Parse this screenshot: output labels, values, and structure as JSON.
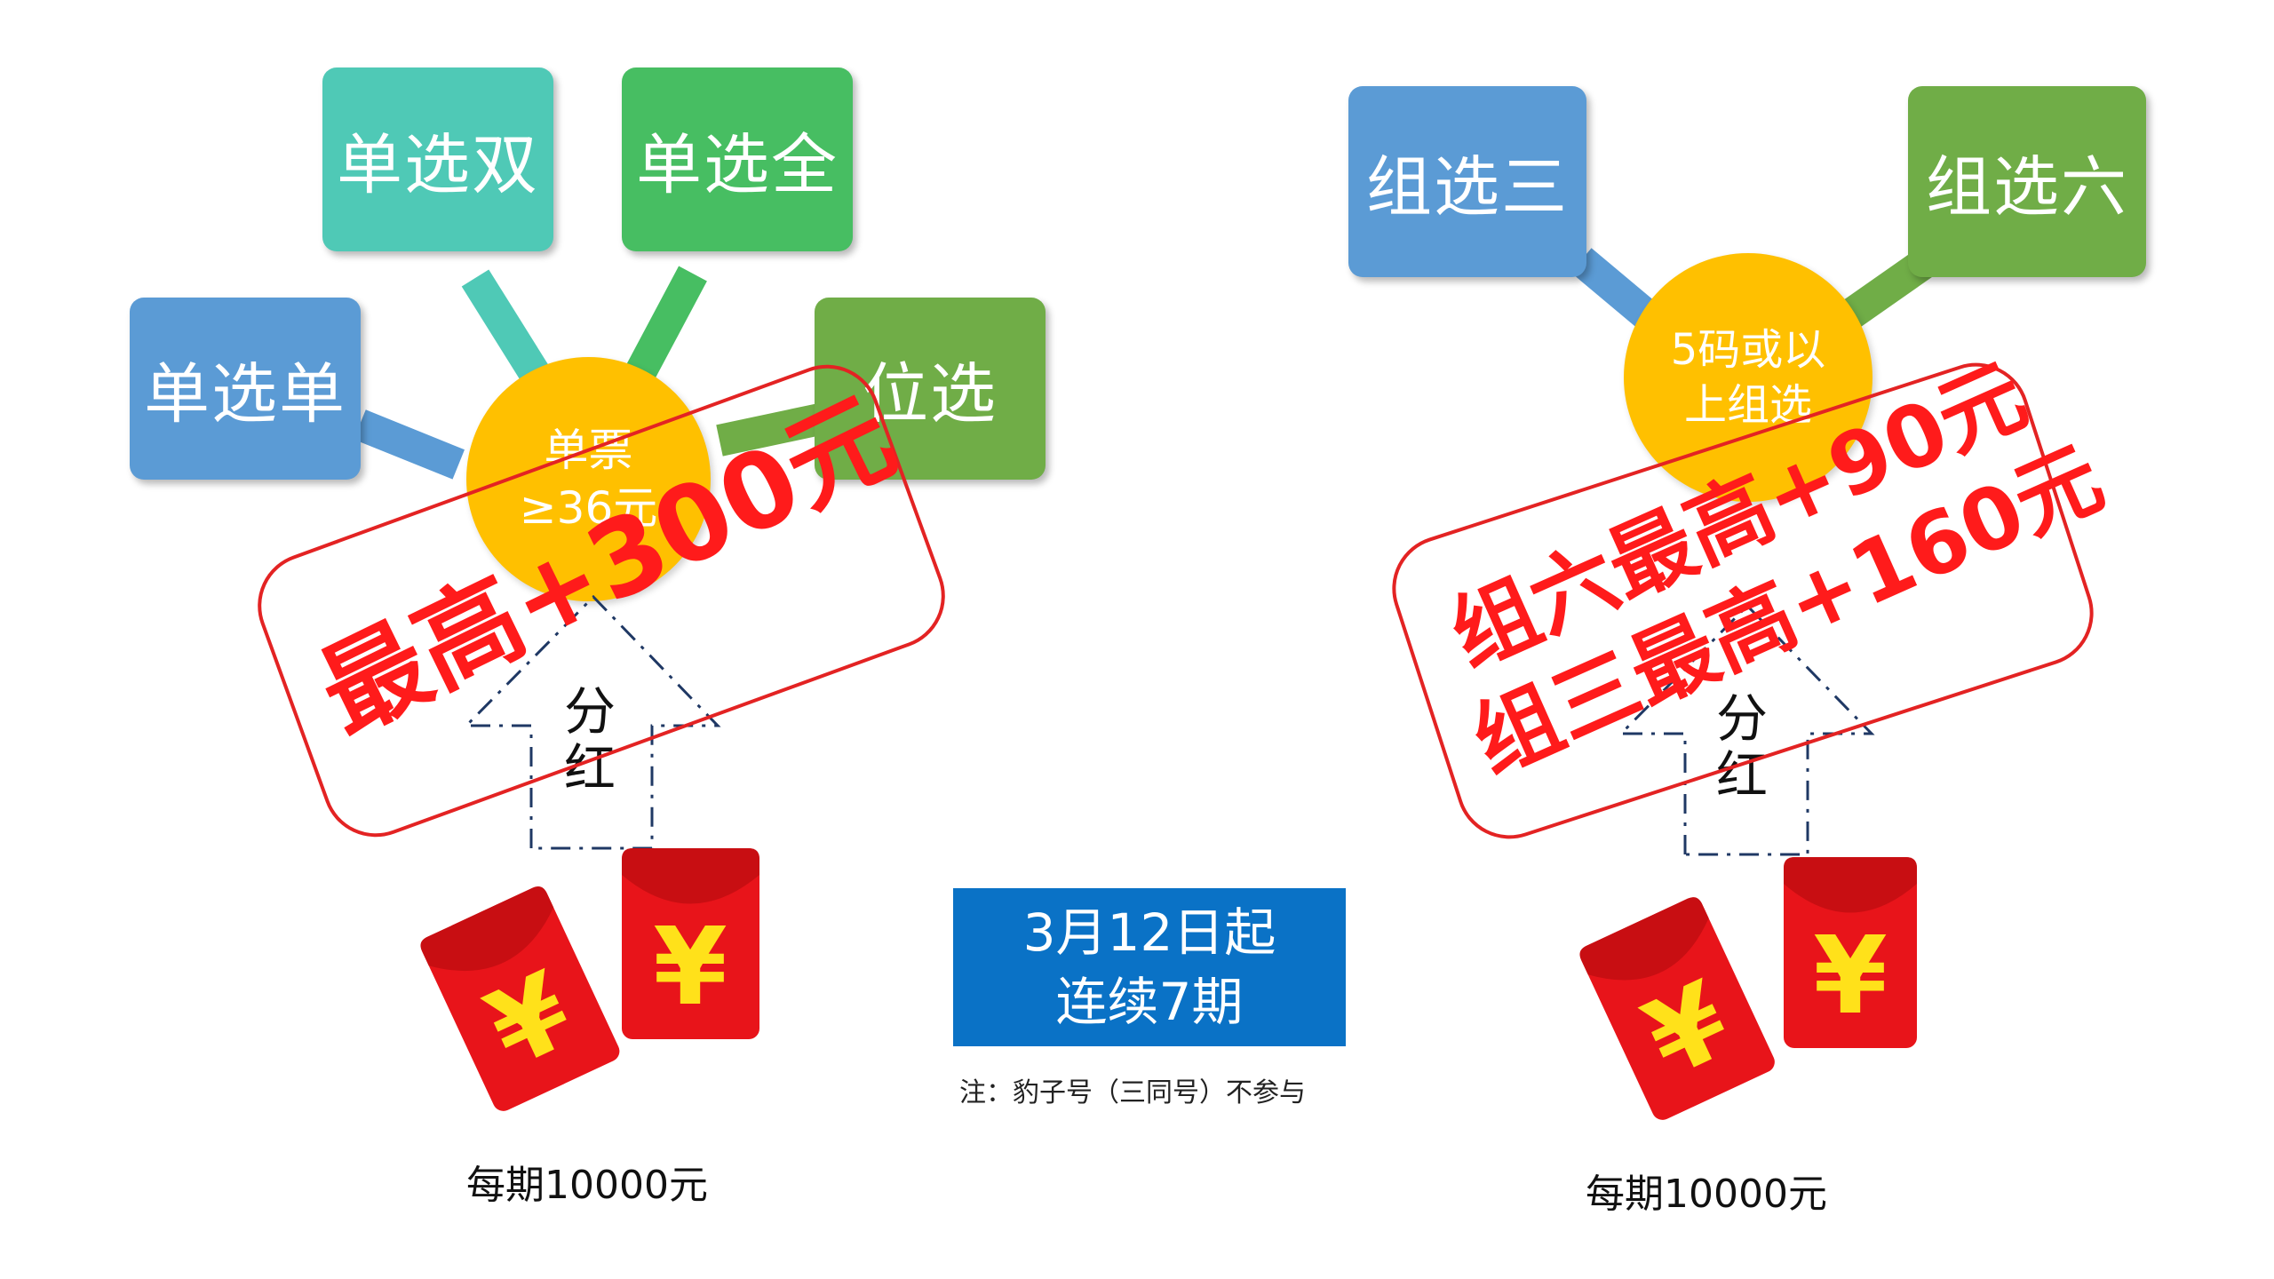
{
  "left": {
    "boxes": {
      "odd": "单选单",
      "even": "单选双",
      "all": "单选全",
      "position": "位选"
    },
    "hub_line1": "单票",
    "hub_line2": "≥36元",
    "stamp": "最高+300元",
    "arrow_char1": "分",
    "arrow_char2": "红",
    "caption": "每期10000元"
  },
  "right": {
    "boxes": {
      "group3": "组选三",
      "group6": "组选六"
    },
    "hub_line1": "5码或以",
    "hub_line2": "上组选",
    "stamp_line1": "组六最高+90元",
    "stamp_line2": "组三最高+160元",
    "arrow_char1": "分",
    "arrow_char2": "红",
    "caption": "每期10000元"
  },
  "banner": {
    "line1": "3月12日起",
    "line2": "连续7期"
  },
  "note": "注：豹子号（三同号）不参与",
  "icons": {
    "red_envelope": "red-envelope-icon",
    "yen_symbol": "¥"
  },
  "colors": {
    "blue": "#5B9BD5",
    "teal": "#4FC9B6",
    "green": "#47BE62",
    "olive_green": "#70AD47",
    "hub_yellow": "#FFC000",
    "stamp_red": "#FF1B1B",
    "banner_blue": "#0A72C6",
    "envelope_red": "#E8141A",
    "yen_yellow": "#FFE11A"
  }
}
